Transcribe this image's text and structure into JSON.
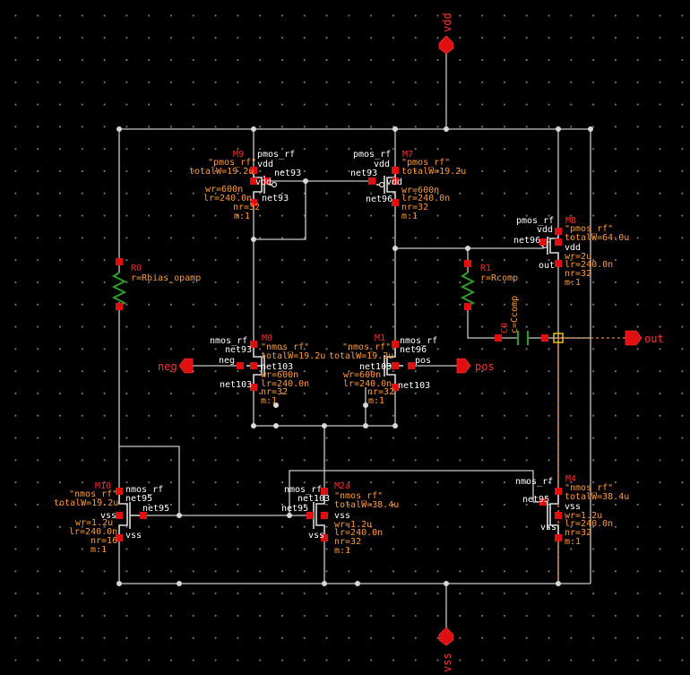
{
  "ports": {
    "vdd": "vdd",
    "vss": "vss",
    "out": "out",
    "neg": "neg",
    "pos": "pos"
  },
  "colors": {
    "background": "#000000",
    "wire": "#c8c8c8",
    "pin": "#e01010",
    "instance_label": "#ff2a2a",
    "net_label": "#ffffff",
    "param_label": "#ff9a3c",
    "passive": "#2e9c2e"
  },
  "devices": {
    "M9": {
      "name": "M9",
      "type": "pmos_rf",
      "model": "\"pmos_rf\"",
      "totalW": "totalW=19.2u",
      "wr": "wr=600n",
      "lr": "lr=240.0n",
      "nr": "nr=32",
      "m": "m:1",
      "top_net": "vdd",
      "gate_net": "net93",
      "body_net": "vdd",
      "bot_net": "net93"
    },
    "M7": {
      "name": "M7",
      "type": "pmos_rf",
      "model": "\"pmos_rf\"",
      "totalW": "totalW=19.2u",
      "wr": "wr=600n",
      "lr": "lr=240.0n",
      "nr": "nr=32",
      "m": "m:1",
      "top_net": "vdd",
      "gate_net": "net93",
      "body_net": "vdd",
      "bot_net": "net96"
    },
    "M8": {
      "name": "M8",
      "type": "pmos_rf",
      "model": "\"pmos_rf\"",
      "totalW": "totalW=64.0u",
      "wr": "wr=2u",
      "lr": "lr=240.0n",
      "nr": "nr=32",
      "m": "m:1",
      "top_net": "vdd",
      "gate_net": "net96",
      "body_net": "vdd",
      "bot_net": "out"
    },
    "M0": {
      "name": "M0",
      "type": "nmos_rf",
      "model": "\"nmos_rf\"",
      "totalW": "totalW=19.2u",
      "wr": "wr=600n",
      "lr": "lr=240.0n",
      "nr": "nr=32",
      "m": "m:1",
      "top_net": "net93",
      "gate_net": "neg",
      "body_net": "net103",
      "bot_net": "net103"
    },
    "M1": {
      "name": "M1",
      "type": "nmos_rf",
      "model": "\"nmos_rf\"",
      "totalW": "totalW=19.2u",
      "wr": "wr=600n",
      "lr": "lr=240.0n",
      "nr": "nr=32",
      "m": "m:1",
      "top_net": "net96",
      "gate_net": "pos",
      "body_net": "net103",
      "bot_net": "net103"
    },
    "M10": {
      "name": "M10",
      "type": "nmos_rf",
      "model": "\"nmos_rf\"",
      "totalW": "totalW=19.2u",
      "wr": "wr=1.2u",
      "lr": "lr=240.0n",
      "nr": "nr=16",
      "m": "m:1",
      "top_net": "net95",
      "gate_net": "net95",
      "body_net": "vss",
      "bot_net": "vss"
    },
    "M2a": {
      "name": "M2a",
      "type": "nmos_rf",
      "model": "\"nmos_rf\"",
      "totalW": "totalW=38.4u",
      "wr": "wr=1.2u",
      "lr": "lr=240.0n",
      "nr": "nr=32",
      "m": "m:1",
      "top_net": "net103",
      "gate_net": "net95",
      "body_net": "vss",
      "bot_net": "vss"
    },
    "M4": {
      "name": "M4",
      "type": "nmos_rf",
      "model": "\"nmos_rf\"",
      "totalW": "totalW=38.4u",
      "wr": "wr=1.2u",
      "lr": "lr=240.0n",
      "nr": "nr=32",
      "m": "m:1",
      "top_net": "out",
      "gate_net": "net95",
      "body_net": "vss",
      "bot_net": "vss"
    }
  },
  "passives": {
    "R0": {
      "name": "R0",
      "value": "r=Rbias_opamp"
    },
    "R1": {
      "name": "R1",
      "value": "r=Rcomp"
    },
    "C0": {
      "name": "C0",
      "value": "c=Ccomp"
    }
  }
}
